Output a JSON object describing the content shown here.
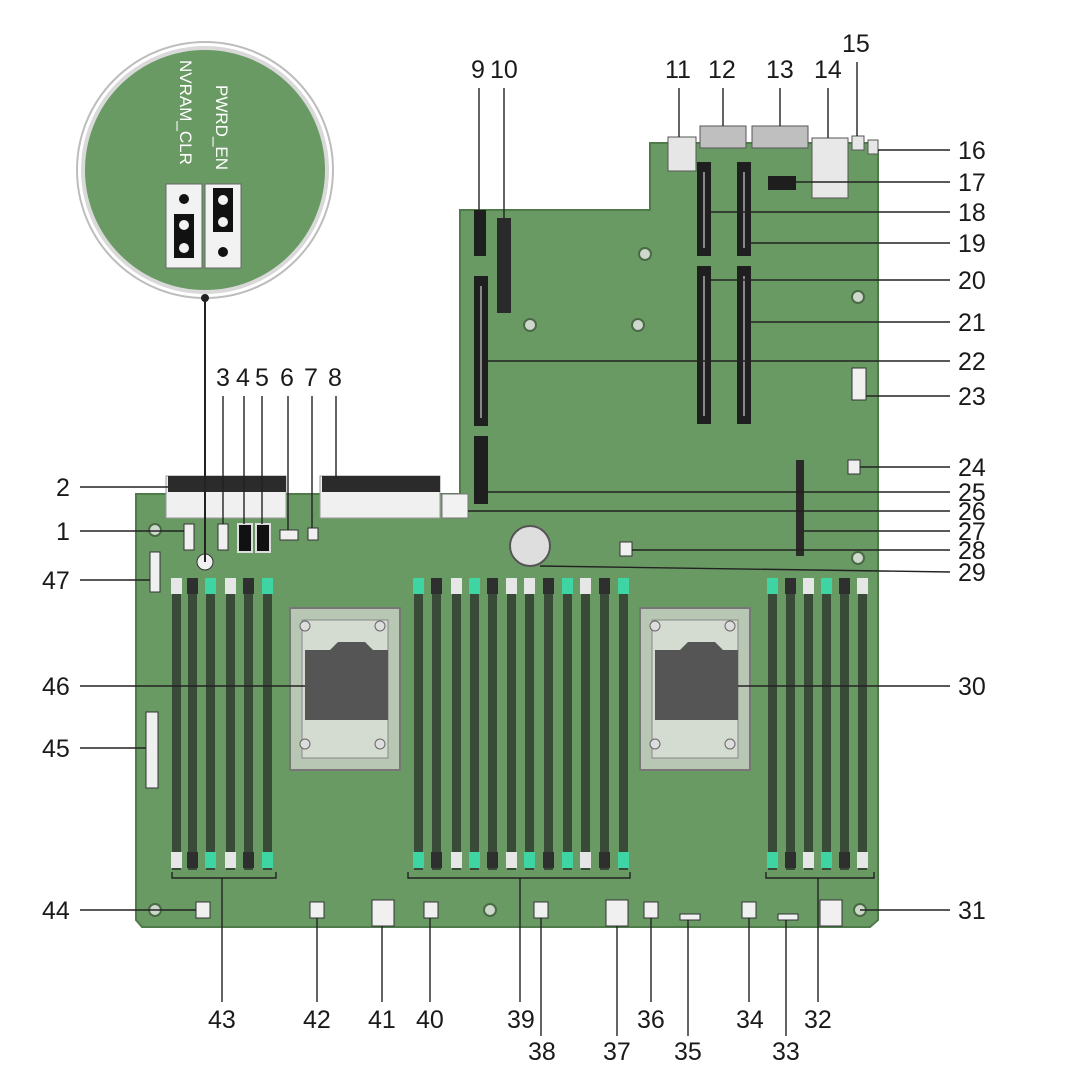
{
  "callouts": {
    "c1": "1",
    "c2": "2",
    "c3": "3",
    "c4": "4",
    "c5": "5",
    "c6": "6",
    "c7": "7",
    "c8": "8",
    "c9": "9",
    "c10": "10",
    "c11": "11",
    "c12": "12",
    "c13": "13",
    "c14": "14",
    "c15": "15",
    "c16": "16",
    "c17": "17",
    "c18": "18",
    "c19": "19",
    "c20": "20",
    "c21": "21",
    "c22": "22",
    "c23": "23",
    "c24": "24",
    "c25": "25",
    "c26": "26",
    "c27": "27",
    "c28": "28",
    "c29": "29",
    "c30": "30",
    "c31": "31",
    "c32": "32",
    "c33": "33",
    "c34": "34",
    "c35": "35",
    "c36": "36",
    "c37": "37",
    "c38": "38",
    "c39": "39",
    "c40": "40",
    "c41": "41",
    "c42": "42",
    "c43": "43",
    "c44": "44",
    "c45": "45",
    "c46": "46",
    "c47": "47"
  },
  "jumper_inset": {
    "nvram_label": "NVRAM_CLR",
    "pwrd_label": "PWRD_EN"
  },
  "colors": {
    "board": "#6a9a64",
    "board_edge": "#4f7a4a",
    "dimm_slot": "#3a4a38",
    "latch_white": "#e6e6e6",
    "latch_teal": "#3fd4a4",
    "latch_dark": "#2f2f2f",
    "cpu": "#555555"
  }
}
